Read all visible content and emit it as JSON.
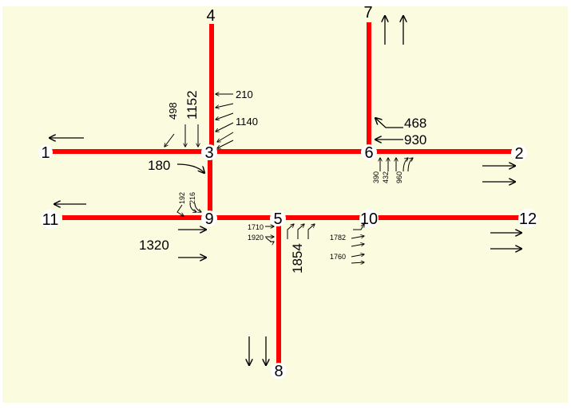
{
  "header": {
    "caption": ""
  },
  "colors": {
    "background": "#fbfbe0",
    "road": "#ff0000",
    "node_fill": "#ffffff",
    "text": "#000000"
  },
  "nodes": {
    "n1": "1",
    "n2": "2",
    "n3": "3",
    "n4": "4",
    "n5": "5",
    "n6": "6",
    "n7": "7",
    "n8": "8",
    "n9": "9",
    "n10": "10",
    "n11": "11",
    "n12": "12"
  },
  "flows": {
    "f498": "498",
    "f1152": "1152",
    "f210": "210",
    "f1140": "1140",
    "f180": "180",
    "f468": "468",
    "f930": "930",
    "f390": "390",
    "f432": "432",
    "f960": "960",
    "f192": "192",
    "f216": "216",
    "f1320": "1320",
    "f1710": "1710",
    "f1920": "1920",
    "f1854": "1854",
    "f1782": "1782",
    "f1760": "1760"
  }
}
